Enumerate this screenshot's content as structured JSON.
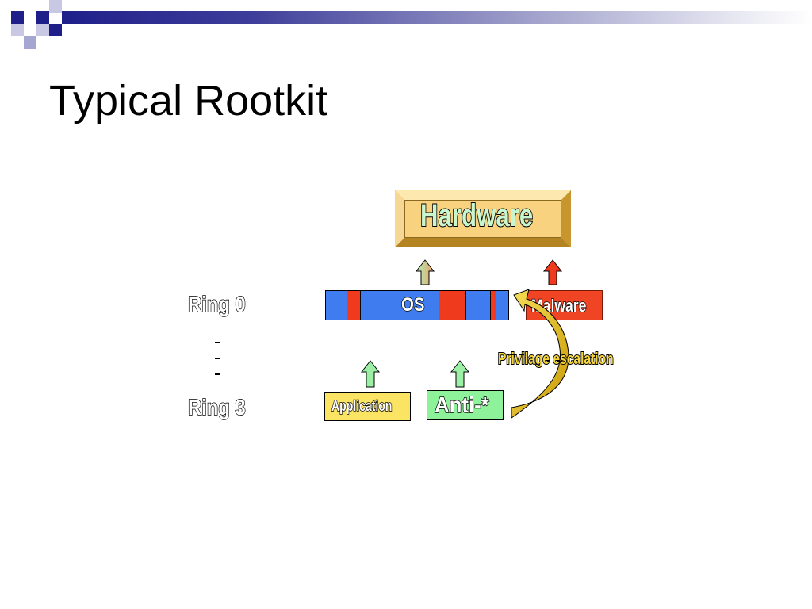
{
  "slide": {
    "title": "Typical Rootkit"
  },
  "diagram": {
    "hardware_label": "Hardware",
    "os_label": "OS",
    "malware_label": "Malware",
    "ring0_label": "Ring 0",
    "ring3_label": "Ring 3",
    "application_label": "Application",
    "anti_label": "Anti-*",
    "privilege_label": "Privilage escalation",
    "colors": {
      "os_blue": "#3f7cf0",
      "os_red": "#f03a1e",
      "malware_red": "#f04525",
      "hardware_gold": "#f3c46a",
      "application_yellow": "#fbe463",
      "anti_green": "#8ef29a",
      "arrow_gold": "#d4a90c",
      "deco_navy": "#1f1f8a"
    }
  }
}
